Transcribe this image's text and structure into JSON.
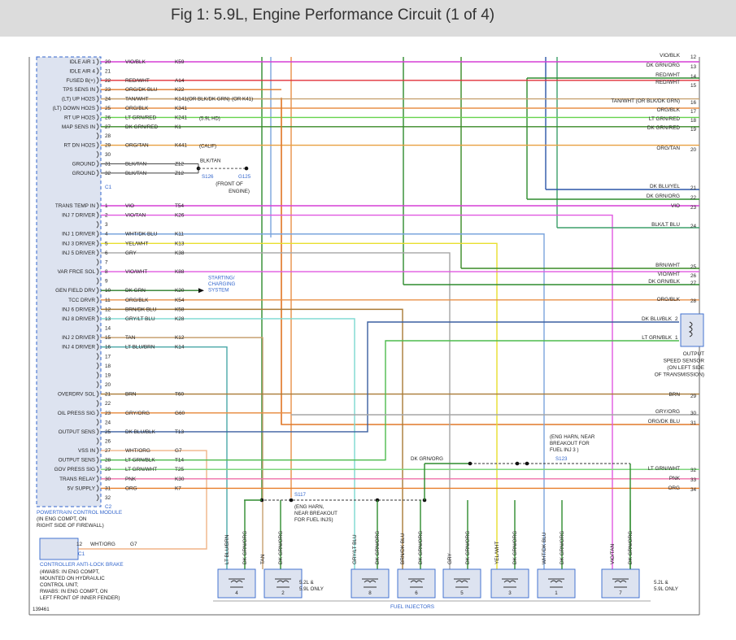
{
  "title": "Fig 1: 5.9L, Engine Performance Circuit (1 of 4)",
  "figure_id": "139461",
  "colors": {
    "vio": "#d63fd6",
    "dkgrnorg": "#2e8b2e",
    "redwht": "#e0303a",
    "orgdkblu": "#e07828",
    "tanwht": "#c8a272",
    "orgblk": "#e89048",
    "ltgrnred": "#66d34e",
    "dkgrnred": "#3a8a26",
    "orgtan": "#e8a040",
    "dkbluyel": "#2c56a8",
    "viotan": "#e058e0",
    "bluwht": "#7aa4dd",
    "yel": "#e8df2e",
    "gry": "#a6a6a6",
    "dkgrn": "#2a7d2a",
    "brn": "#a97a36",
    "grylt": "#7ad8d0",
    "tan": "#c8a070",
    "ltblubrn": "#4aa8a8",
    "dkblutan": "#3a5fa0",
    "whtorg": "#f0b487",
    "ltgrnblk": "#4dbb4d",
    "ltgrnwht": "#7ed77e",
    "pnk": "#ef6fa8",
    "org": "#e87e2a",
    "blktan": "#555555",
    "ltblk": "#3d9f6a",
    "module": "#dde3f0",
    "label": "#3366cc"
  },
  "connector_c1": {
    "pins": [
      {
        "n": "20",
        "fn": "IDLE AIR 1",
        "wire": "VIO/BLK",
        "code": "K59"
      },
      {
        "n": "21",
        "fn": "IDLE AIR 4",
        "wire": "",
        "code": ""
      },
      {
        "n": "22",
        "fn": "FUSED B(+)",
        "wire": "RED/WHT",
        "code": "A14"
      },
      {
        "n": "23",
        "fn": "TPS SENS IN",
        "wire": "ORG/DK BLU",
        "code": "K22"
      },
      {
        "n": "24",
        "fn": "(LT) UP HO2S",
        "wire": "TAN/WHT",
        "code": "K141"
      },
      {
        "n": "25",
        "fn": "(LT) DOWN HO2S",
        "wire": "ORG/BLK",
        "code": "K341"
      },
      {
        "n": "26",
        "fn": "RT UP HO2S",
        "wire": "LT GRN/RED",
        "code": "K241"
      },
      {
        "n": "27",
        "fn": "MAP SENS IN",
        "wire": "DK GRN/RED",
        "code": "K1"
      },
      {
        "n": "28",
        "fn": "",
        "wire": "",
        "code": ""
      },
      {
        "n": "29",
        "fn": "RT DN HO2S",
        "wire": "ORG/TAN",
        "code": "K441"
      },
      {
        "n": "30",
        "fn": "",
        "wire": "",
        "code": ""
      },
      {
        "n": "31",
        "fn": "GROUND",
        "wire": "BLK/TAN",
        "code": "Z12"
      },
      {
        "n": "32",
        "fn": "GROUND",
        "wire": "BLK/TAN",
        "code": "Z12"
      }
    ],
    "label": "C1",
    "notes": {
      "k141": "(OR BLK/DK GRN)",
      "k141b": "(OR K41)",
      "hd": "(5.9L HD)",
      "calif": "(CALIF)"
    }
  },
  "ground": {
    "splice": "S126",
    "ground": "G125",
    "wire": "BLK/TAN",
    "note": "(FRONT OF ENGINE)"
  },
  "connector_c2": {
    "pins": [
      {
        "n": "1",
        "fn": "TRANS TEMP IN",
        "wire": "VIO",
        "code": "T54"
      },
      {
        "n": "2",
        "fn": "INJ 7 DRIVER",
        "wire": "VIO/TAN",
        "code": "K26"
      },
      {
        "n": "3",
        "fn": "",
        "wire": "",
        "code": ""
      },
      {
        "n": "4",
        "fn": "INJ 1 DRIVER",
        "wire": "WHT/DK BLU",
        "code": "K11"
      },
      {
        "n": "5",
        "fn": "INJ 3 DRIVER",
        "wire": "YEL/WHT",
        "code": "K13"
      },
      {
        "n": "6",
        "fn": "INJ 5 DRIVER",
        "wire": "GRY",
        "code": "K38"
      },
      {
        "n": "7",
        "fn": "",
        "wire": "",
        "code": ""
      },
      {
        "n": "8",
        "fn": "VAR FRCE SOL",
        "wire": "VIO/WHT",
        "code": "K88"
      },
      {
        "n": "9",
        "fn": "",
        "wire": "",
        "code": ""
      },
      {
        "n": "10",
        "fn": "GEN FIELD DRV",
        "wire": "DK GRN",
        "code": "K20"
      },
      {
        "n": "11",
        "fn": "TCC DRVR",
        "wire": "ORG/BLK",
        "code": "K54"
      },
      {
        "n": "12",
        "fn": "INJ 6 DRIVER",
        "wire": "BRN/DK BLU",
        "code": "K58"
      },
      {
        "n": "13",
        "fn": "INJ 8 DRIVER",
        "wire": "GRY/LT BLU",
        "code": "K28"
      },
      {
        "n": "14",
        "fn": "",
        "wire": "",
        "code": ""
      },
      {
        "n": "15",
        "fn": "INJ 2 DRIVER",
        "wire": "TAN",
        "code": "K12"
      },
      {
        "n": "16",
        "fn": "INJ 4 DRIVER",
        "wire": "LT BLU/BRN",
        "code": "K14"
      },
      {
        "n": "17",
        "fn": "",
        "wire": "",
        "code": ""
      },
      {
        "n": "18",
        "fn": "",
        "wire": "",
        "code": ""
      },
      {
        "n": "19",
        "fn": "",
        "wire": "",
        "code": ""
      },
      {
        "n": "20",
        "fn": "",
        "wire": "",
        "code": ""
      },
      {
        "n": "21",
        "fn": "OVERDRV SOL",
        "wire": "BRN",
        "code": "T60"
      },
      {
        "n": "22",
        "fn": "",
        "wire": "",
        "code": ""
      },
      {
        "n": "23",
        "fn": "OIL PRESS SIG",
        "wire": "GRY/ORG",
        "code": "G60"
      },
      {
        "n": "24",
        "fn": "",
        "wire": "",
        "code": ""
      },
      {
        "n": "25",
        "fn": "OUTPUT SENS",
        "wire": "DK BLU/BLK",
        "code": "T13"
      },
      {
        "n": "26",
        "fn": "",
        "wire": "",
        "code": ""
      },
      {
        "n": "27",
        "fn": "VSS IN",
        "wire": "WHT/ORG",
        "code": "G7"
      },
      {
        "n": "28",
        "fn": "OUTPUT SENS",
        "wire": "LT GRN/BLK",
        "code": "T14"
      },
      {
        "n": "29",
        "fn": "GOV PRESS SIG",
        "wire": "LT GRN/WHT",
        "code": "T25"
      },
      {
        "n": "30",
        "fn": "TRANS RELAY",
        "wire": "PNK",
        "code": "K30"
      },
      {
        "n": "31",
        "fn": "5V SUPPLY",
        "wire": "ORG",
        "code": "K7"
      },
      {
        "n": "32",
        "fn": "",
        "wire": "",
        "code": ""
      }
    ],
    "label": "C2"
  },
  "starting_charging": [
    "STARTING/",
    "CHARGING",
    "SYSTEM"
  ],
  "pcm_label": [
    "POWERTRAIN CONTROL MODULE",
    "(IN ENG COMPT, ON",
    "RIGHT SIDE OF FIREWALL)"
  ],
  "abs": {
    "pin": "12",
    "wire": "WHT/ORG",
    "code": "G7",
    "connector": "C1",
    "title": "CONTROLLER ANTI-LOCK BRAKE",
    "notes": [
      "(4WABS: IN ENG COMPT,",
      "MOUNTED ON HYDRAULIC",
      "CONTROL UNIT;",
      "RWABS: IN ENG COMPT, ON",
      "LEFT FRONT OF INNER FENDER)"
    ]
  },
  "right_labels": [
    {
      "n": "12",
      "wire": "VIO/BLK"
    },
    {
      "n": "13",
      "wire": "DK GRN/ORG"
    },
    {
      "n": "14",
      "wire": "RED/WHT"
    },
    {
      "n": "15",
      "wire": ""
    },
    {
      "n": "16",
      "wire": "TAN/WHT (OR BLK/DK GRN)"
    },
    {
      "n": "17",
      "wire": "ORG/BLK"
    },
    {
      "n": "18",
      "wire": "LT GRN/RED"
    },
    {
      "n": "19",
      "wire": "DK GRN/RED"
    },
    {
      "n": "20",
      "wire": "ORG/TAN"
    },
    {
      "n": "21",
      "wire": "DK BLU/YEL"
    },
    {
      "n": "22",
      "wire": "DK GRN/ORG"
    },
    {
      "n": "23",
      "wire": "VIO"
    },
    {
      "n": "24",
      "wire": "BLK/LT BLU"
    },
    {
      "n": "25",
      "wire": "BRN/WHT"
    },
    {
      "n": "26",
      "wire": "VIO/WHT"
    },
    {
      "n": "27",
      "wire": "DK GRN/BLK"
    },
    {
      "n": "28",
      "wire": "ORG/BLK"
    },
    {
      "n": "29",
      "wire": "BRN"
    },
    {
      "n": "30",
      "wire": "GRY/ORG"
    },
    {
      "n": "31",
      "wire": "ORG/DK BLU"
    },
    {
      "n": "32",
      "wire": "LT GRN/WHT"
    },
    {
      "n": "33",
      "wire": "PNK"
    },
    {
      "n": "34",
      "wire": "ORG"
    }
  ],
  "right_extra_wire": "RED/WHT",
  "output_sensor": {
    "pin2": "DK BLU/BLK",
    "pin2n": "2",
    "pin1": "LT GRN/BLK",
    "pin1n": "1",
    "title": [
      "OUTPUT",
      "SPEED SENSOR",
      "(ON LEFT SIDE",
      "OF TRANSMISSION)"
    ]
  },
  "splice_s117": {
    "id": "S117",
    "note": [
      "(ENG HARN,",
      "NEAR BREAKOUT",
      "FOR FUEL INJS)"
    ]
  },
  "splice_s123": {
    "id": "S123",
    "note": [
      "(ENG HARN, NEAR",
      "BREAKOUT FOR",
      "FUEL INJ 3 )"
    ],
    "wire": "DK GRN/ORG"
  },
  "injectors": [
    {
      "n": "4",
      "w1": "LT BLU/BRN",
      "w2": "DK GRN/ORG"
    },
    {
      "n": "2",
      "w1": "TAN",
      "w2": "DK GRN/ORG"
    },
    {
      "n": "8",
      "w1": "GRY/LT BLU",
      "w2": "DK GRN/ORG"
    },
    {
      "n": "6",
      "w1": "BRN/DK BLU",
      "w2": "DK GRN/ORG"
    },
    {
      "n": "5",
      "w1": "GRY",
      "w2": "DK GRN/ORG"
    },
    {
      "n": "3",
      "w1": "YEL/WHT",
      "w2": "DK GRN/ORG"
    },
    {
      "n": "1",
      "w1": "WHT/DK BLU",
      "w2": "DK GRN/ORG"
    },
    {
      "n": "7",
      "w1": "VIO/TAN",
      "w2": "DK GRN/ORG"
    }
  ],
  "inj_note_a": [
    "5.2L &",
    "5.9L ONLY"
  ],
  "inj_note_b": [
    "5.2L &",
    "5.9L ONLY"
  ],
  "fuel_injectors_label": "FUEL INJECTORS"
}
